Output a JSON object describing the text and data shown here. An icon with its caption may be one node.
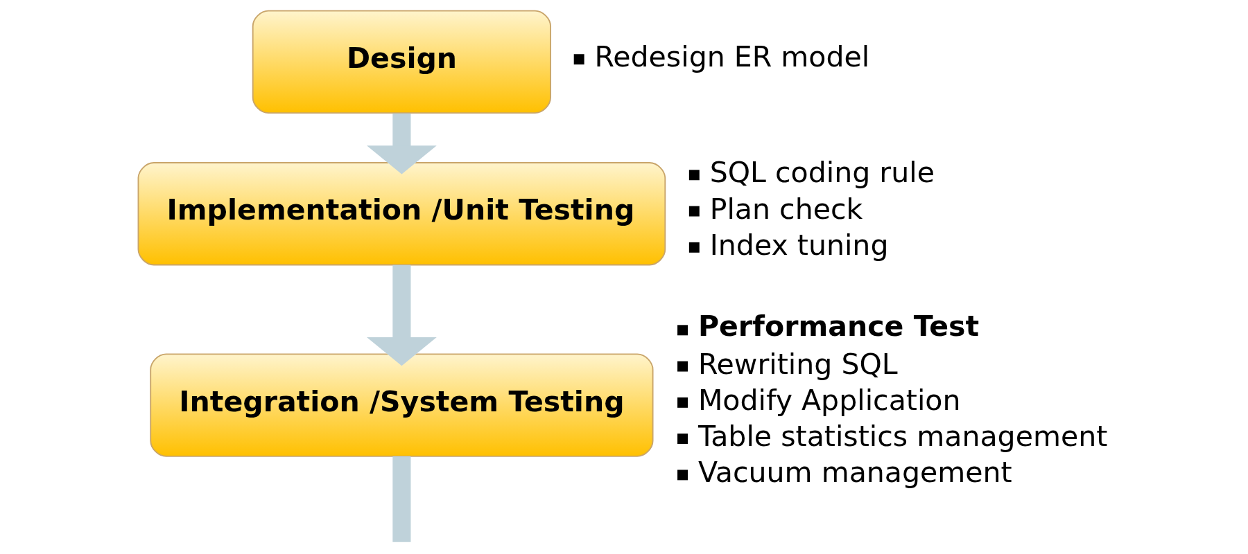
{
  "diagram": {
    "nodes": [
      {
        "text": [
          "Design"
        ],
        "beside": [
          "Redesign ER model"
        ]
      },
      {
        "text": [
          "Implementation /Unit Testing"
        ],
        "beside": [
          "SQL coding rule",
          "Plan check",
          "Index tuning"
        ]
      },
      {
        "text": [
          "Integration /System Testing"
        ],
        "beside": [
          "**Performance Test**",
          "Rewriting SQL",
          "Modify Application",
          "Table statistics management",
          "Vacuum management"
        ]
      }
    ],
    "edges": [
      {
        "from": 0,
        "to": 1,
        "arrow": "to"
      },
      {
        "from": 1,
        "to": 2,
        "arrow": "to"
      },
      {
        "from": 2,
        "to": null,
        "arrow": "none"
      }
    ]
  }
}
